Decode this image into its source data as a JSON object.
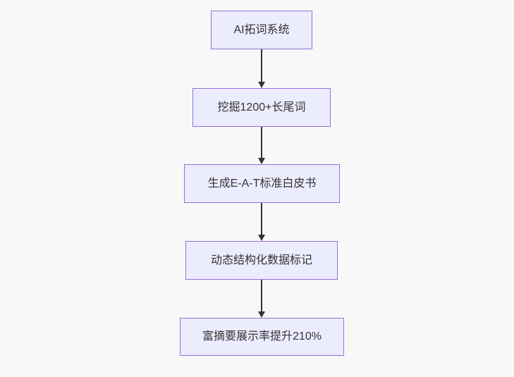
{
  "diagram": {
    "type": "flowchart",
    "direction": "top-down",
    "nodes": [
      {
        "label": "AI拓词系统"
      },
      {
        "label": "挖掘1200+长尾词"
      },
      {
        "label": "生成E-A-T标准白皮书"
      },
      {
        "label": "动态结构化数据标记"
      },
      {
        "label": "富摘要展示率提升210%"
      }
    ],
    "edges": [
      {
        "from": "AI拓词系统",
        "to": "挖掘1200+长尾词"
      },
      {
        "from": "挖掘1200+长尾词",
        "to": "生成E-A-T标准白皮书"
      },
      {
        "from": "生成E-A-T标准白皮书",
        "to": "动态结构化数据标记"
      },
      {
        "from": "动态结构化数据标记",
        "to": "富摘要展示率提升210%"
      }
    ],
    "colors": {
      "background": "#f8f8f8",
      "node_fill": "#ECECFF",
      "node_border": "#9370DB",
      "edge": "#333333",
      "text": "#333333"
    }
  }
}
